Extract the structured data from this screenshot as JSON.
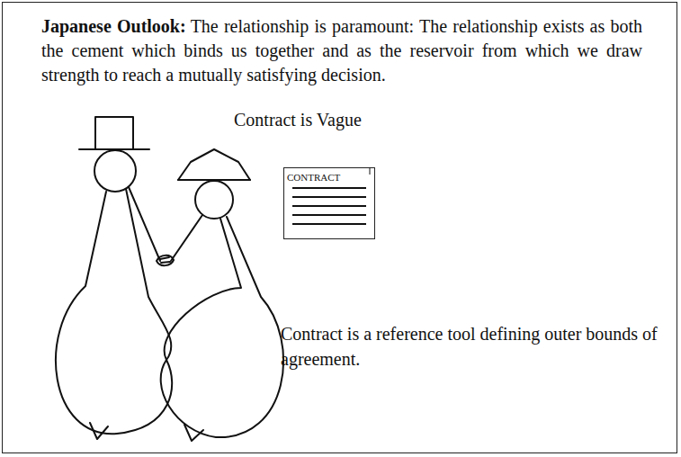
{
  "diagram": {
    "title": "Japanese Outlook:",
    "nodes": [
      {
        "text": [
          "CONTRACT"
        ]
      }
    ],
    "labels": [
      "The relationship is paramount: The relationship exists as both the cement which binds us together and as the reservoir from which we draw strength to reach a mutually satisfying decision.",
      "Contract is Vague",
      "Contract is a reference tool defining outer bounds of agreement."
    ]
  }
}
